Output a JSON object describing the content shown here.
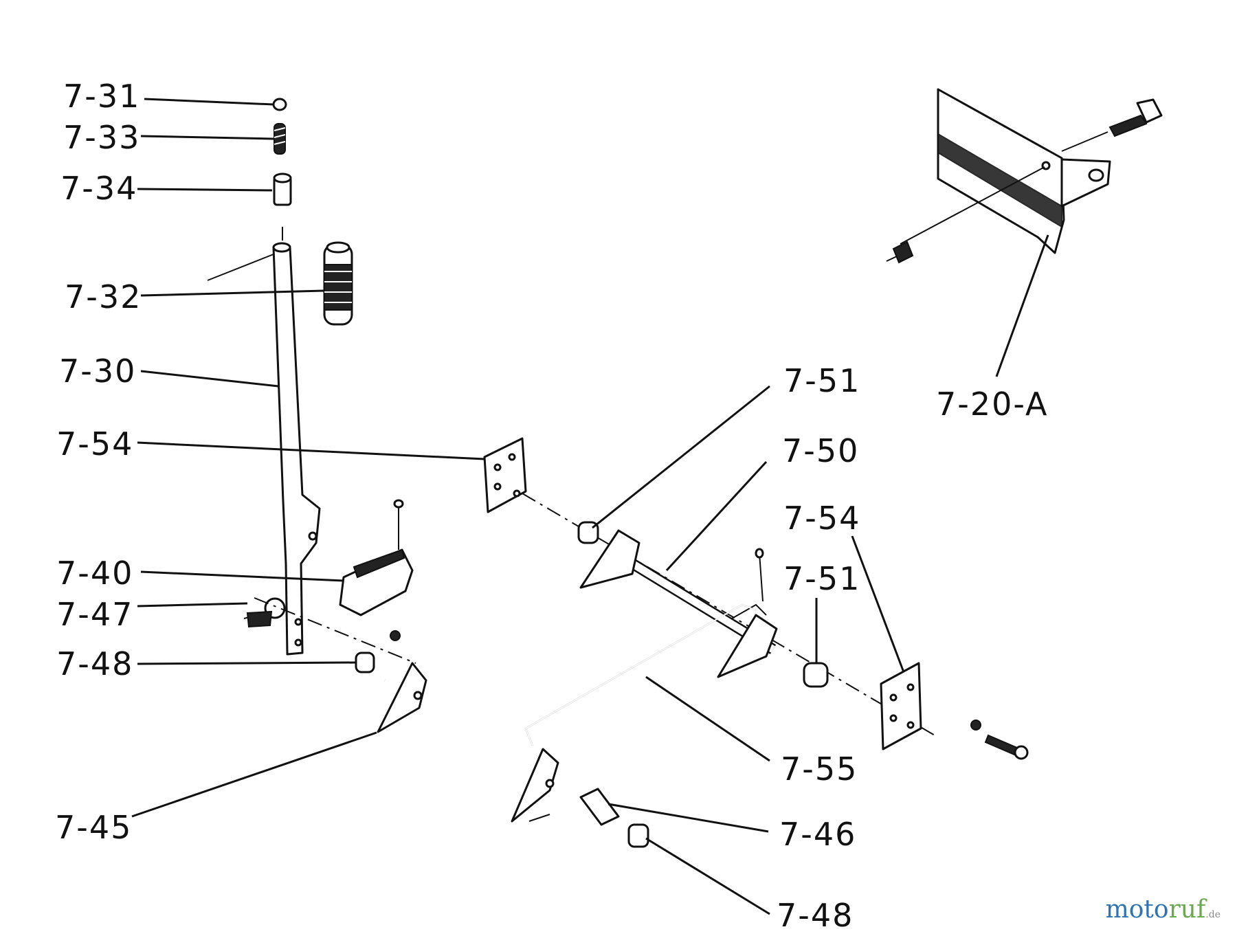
{
  "diagram": {
    "callouts": [
      {
        "id": "c-7-31",
        "text": "7-31"
      },
      {
        "id": "c-7-33",
        "text": "7-33"
      },
      {
        "id": "c-7-34",
        "text": "7-34"
      },
      {
        "id": "c-7-32",
        "text": "7-32"
      },
      {
        "id": "c-7-30",
        "text": "7-30"
      },
      {
        "id": "c-7-54a",
        "text": "7-54"
      },
      {
        "id": "c-7-40",
        "text": "7-40"
      },
      {
        "id": "c-7-47",
        "text": "7-47"
      },
      {
        "id": "c-7-48a",
        "text": "7-48"
      },
      {
        "id": "c-7-45",
        "text": "7-45"
      },
      {
        "id": "c-7-51a",
        "text": "7-51"
      },
      {
        "id": "c-7-50",
        "text": "7-50"
      },
      {
        "id": "c-7-54b",
        "text": "7-54"
      },
      {
        "id": "c-7-51b",
        "text": "7-51"
      },
      {
        "id": "c-7-55",
        "text": "7-55"
      },
      {
        "id": "c-7-46",
        "text": "7-46"
      },
      {
        "id": "c-7-48b",
        "text": "7-48"
      },
      {
        "id": "c-7-20-A",
        "text": "7-20-A"
      }
    ]
  },
  "watermark": {
    "part_a": "moto",
    "part_b": "ruf",
    "part_c": ".de"
  },
  "colors": {
    "line": "#111111",
    "background": "#ffffff",
    "watermark_blue": "#2e74b5",
    "watermark_green": "#6aa84f"
  }
}
